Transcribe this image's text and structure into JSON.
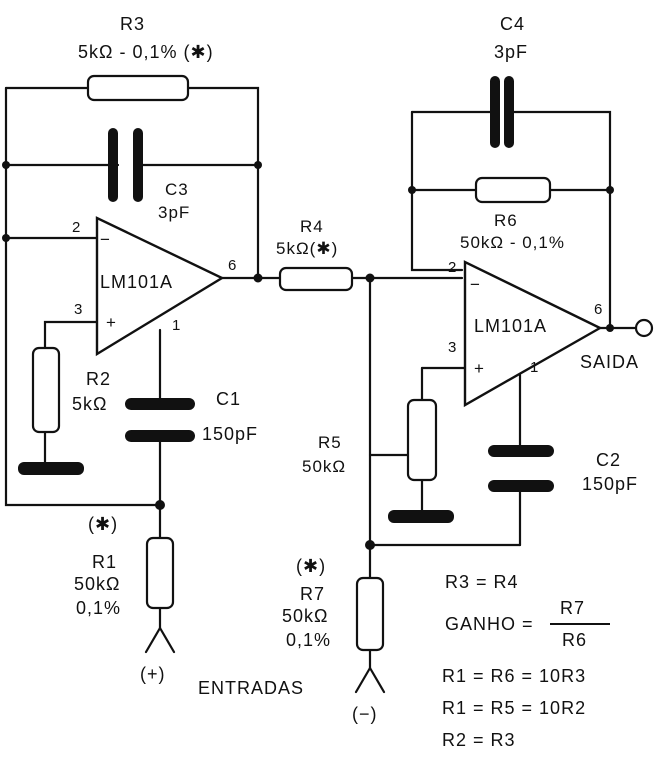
{
  "components": {
    "r3": {
      "name": "R3",
      "value": "5kΩ - 0,1% (✱)"
    },
    "c3": {
      "name": "C3",
      "value": "3pF"
    },
    "r4": {
      "name": "R4",
      "value": "5kΩ(✱)"
    },
    "c4": {
      "name": "C4",
      "value": "3pF"
    },
    "r6": {
      "name": "R6",
      "value": "50kΩ - 0,1%"
    },
    "r2": {
      "name": "R2",
      "value": "5kΩ"
    },
    "c1": {
      "name": "C1",
      "value": "150pF"
    },
    "r5": {
      "name": "R5",
      "value": "50kΩ"
    },
    "c2": {
      "name": "C2",
      "value": "150pF"
    },
    "r1": {
      "name": "R1",
      "value": "50kΩ",
      "tolerance": "0,1%",
      "mark": "(✱)"
    },
    "r7": {
      "name": "R7",
      "value": "50kΩ",
      "tolerance": "0,1%",
      "mark": "(✱)"
    }
  },
  "amplifiers": {
    "u1": {
      "label": "LM101A",
      "pin_inv": "2",
      "pin_noninv": "3",
      "pin_out": "6",
      "pin_comp": "1",
      "sign_minus": "−",
      "sign_plus": "+"
    },
    "u2": {
      "label": "LM101A",
      "pin_inv": "2",
      "pin_noninv": "3",
      "pin_out": "6",
      "pin_comp": "1",
      "sign_minus": "−",
      "sign_plus": "+"
    }
  },
  "terminals": {
    "output": "SAIDA",
    "input_plus": "(+)",
    "input_minus": "(−)",
    "inputs_label": "ENTRADAS"
  },
  "equations": {
    "eq1": "R3 = R4",
    "gain_label": "GANHO =",
    "gain_num": "R7",
    "gain_den": "R6",
    "eq3": "R1 = R6 = 10R3",
    "eq4": "R1 = R5 = 10R2",
    "eq5": "R2 = R3"
  }
}
